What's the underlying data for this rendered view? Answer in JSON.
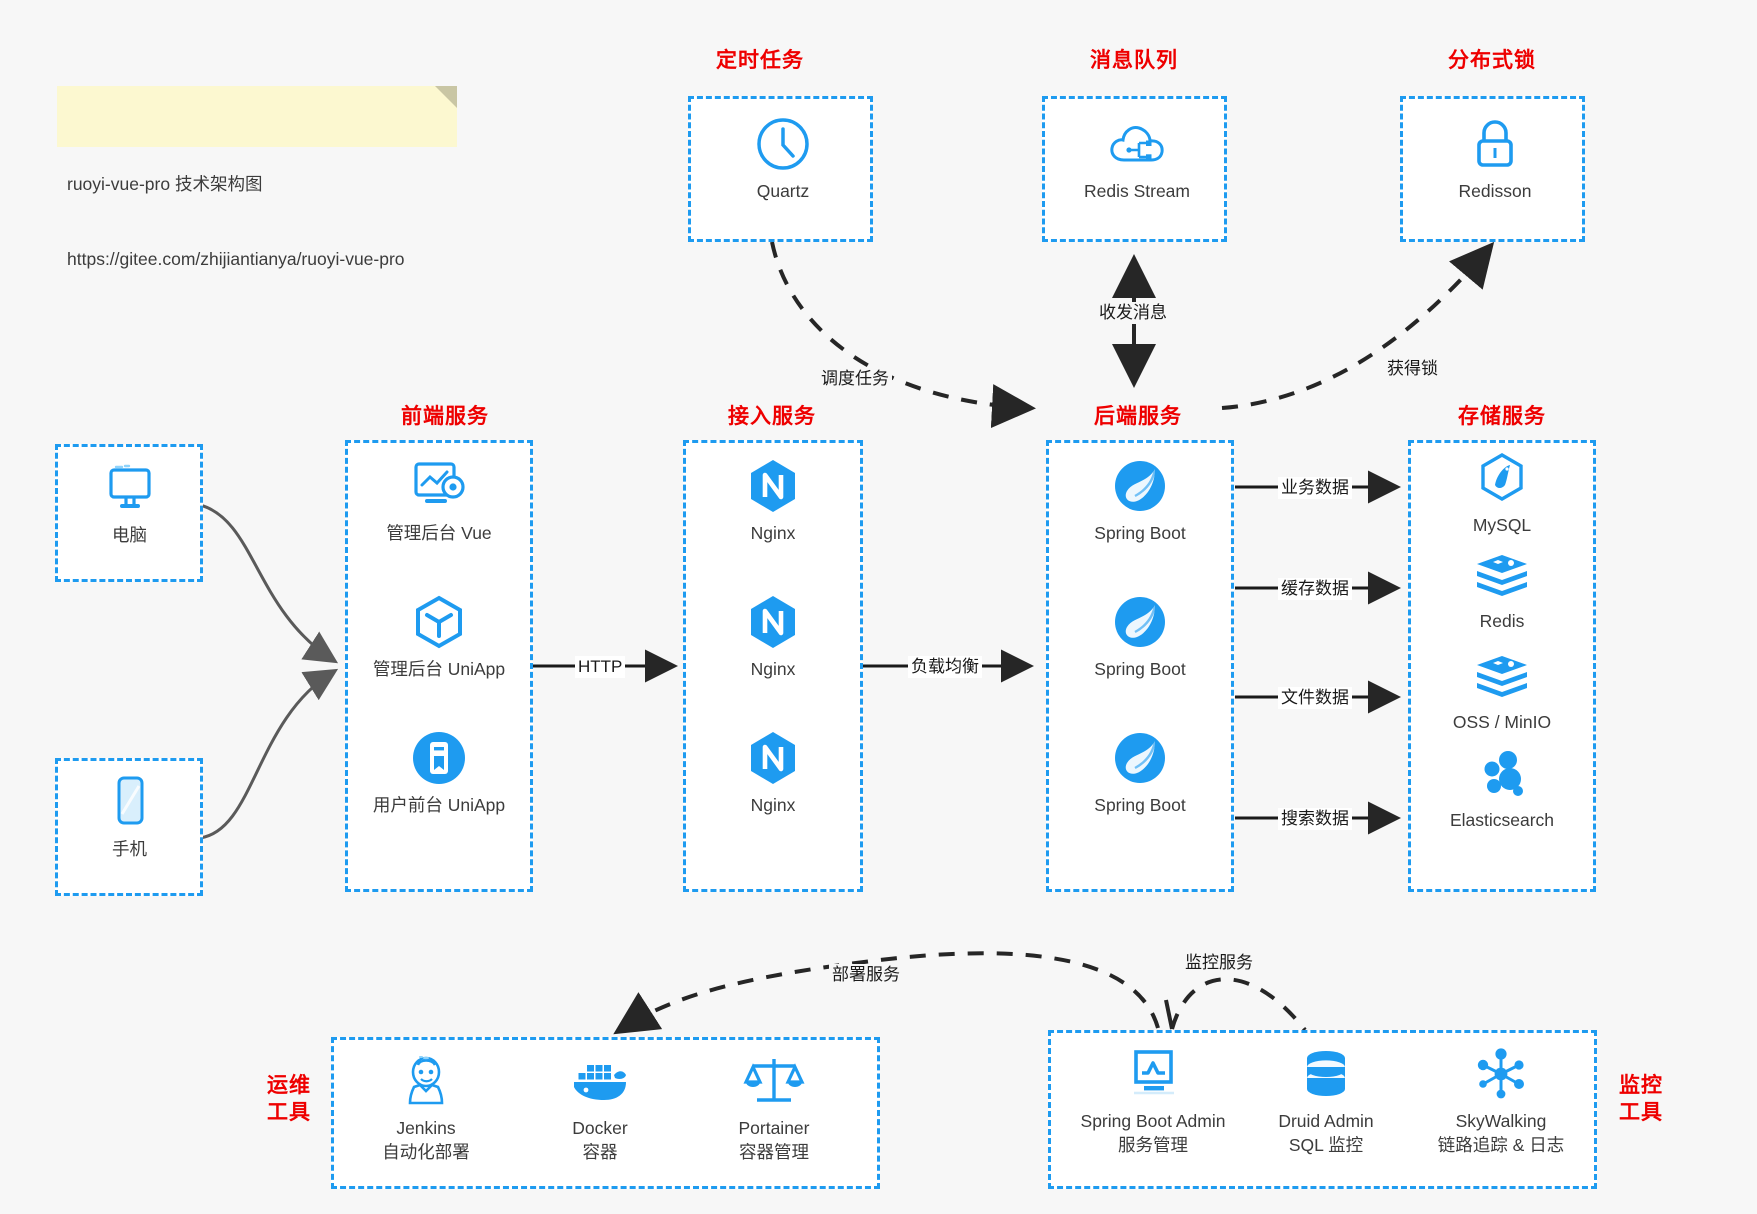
{
  "note": {
    "line1": "ruoyi-vue-pro 技术架构图",
    "line2": "https://gitee.com/zhijiantianya/ruoyi-vue-pro"
  },
  "groups": {
    "scheduler": {
      "title": "定时任务"
    },
    "mq": {
      "title": "消息队列"
    },
    "lock": {
      "title": "分布式锁"
    },
    "frontend": {
      "title": "前端服务"
    },
    "gateway": {
      "title": "接入服务"
    },
    "backend": {
      "title": "后端服务"
    },
    "storage": {
      "title": "存储服务"
    },
    "devops": {
      "title": "运维\n工具",
      "title_l1": "运维",
      "title_l2": "工具"
    },
    "monitor": {
      "title": "监控\n工具",
      "title_l1": "监控",
      "title_l2": "工具"
    }
  },
  "nodes": {
    "quartz": {
      "label": "Quartz",
      "icon": "clock-icon"
    },
    "redis_stream": {
      "label": "Redis Stream",
      "icon": "cloud-stream-icon"
    },
    "redisson": {
      "label": "Redisson",
      "icon": "lock-icon"
    },
    "pc": {
      "label": "电脑",
      "icon": "desktop-icon"
    },
    "phone": {
      "label": "手机",
      "icon": "mobile-icon"
    },
    "admin_vue": {
      "label": "管理后台 Vue",
      "icon": "dashboard-icon"
    },
    "admin_uniapp": {
      "label": "管理后台 UniApp",
      "icon": "cube-icon"
    },
    "user_uniapp": {
      "label": "用户前台 UniApp",
      "icon": "app-icon"
    },
    "nginx1": {
      "label": "Nginx",
      "icon": "nginx-icon"
    },
    "nginx2": {
      "label": "Nginx",
      "icon": "nginx-icon"
    },
    "nginx3": {
      "label": "Nginx",
      "icon": "nginx-icon"
    },
    "spring1": {
      "label": "Spring Boot",
      "icon": "spring-icon"
    },
    "spring2": {
      "label": "Spring Boot",
      "icon": "spring-icon"
    },
    "spring3": {
      "label": "Spring Boot",
      "icon": "spring-icon"
    },
    "mysql": {
      "label": "MySQL",
      "icon": "mysql-icon"
    },
    "redis": {
      "label": "Redis",
      "icon": "redis-icon"
    },
    "oss": {
      "label": "OSS / MinIO",
      "icon": "redis-icon"
    },
    "elasticsearch": {
      "label": "Elasticsearch",
      "icon": "elasticsearch-icon"
    },
    "jenkins": {
      "label": "Jenkins",
      "sub": "自动化部署",
      "icon": "jenkins-icon"
    },
    "docker": {
      "label": "Docker",
      "sub": "容器",
      "icon": "docker-icon"
    },
    "portainer": {
      "label": "Portainer",
      "sub": "容器管理",
      "icon": "scales-icon"
    },
    "sba": {
      "label": "Spring Boot Admin",
      "sub": "服务管理",
      "icon": "monitor-chart-icon"
    },
    "druid": {
      "label": "Druid Admin",
      "sub": "SQL 监控",
      "icon": "database-icon"
    },
    "skywalking": {
      "label": "SkyWalking",
      "sub": "链路追踪 & 日志",
      "icon": "network-icon"
    }
  },
  "edges": {
    "http": "HTTP",
    "load_balance": "负载均衡",
    "schedule_task": "调度任务",
    "send_receive_message": "收发消息",
    "acquire_lock": "获得锁",
    "business_data": "业务数据",
    "cache_data": "缓存数据",
    "file_data": "文件数据",
    "search_data": "搜索数据",
    "deploy_service": "部署服务",
    "monitor_service": "监控服务"
  },
  "colors": {
    "accent": "#1e9bf0",
    "title": "#ee0000",
    "text": "#3c3c3c",
    "note_bg": "#fcf8d0",
    "background": "#f7f7f7"
  }
}
